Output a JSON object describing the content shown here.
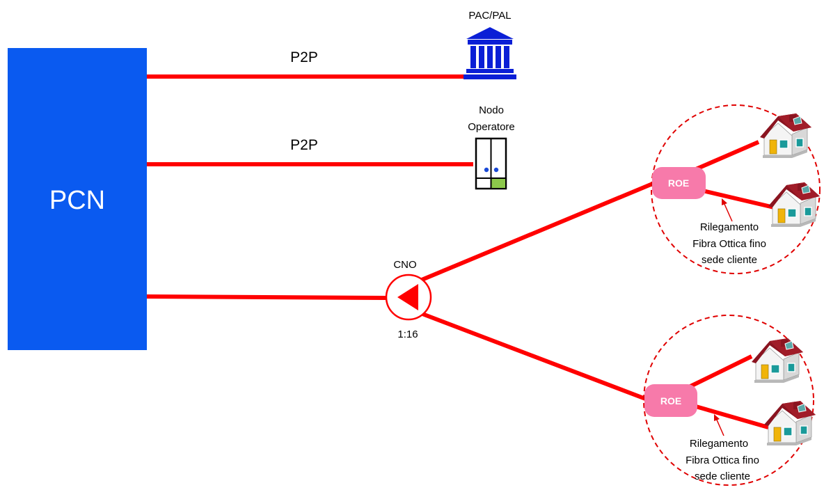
{
  "pcn_label": "PCN",
  "links": {
    "p2p_1": "P2P",
    "p2p_2": "P2P"
  },
  "pac_pal": "PAC/PAL",
  "nodo_operatore": [
    "Nodo",
    "Operatore"
  ],
  "cno": {
    "label": "CNO",
    "ratio": "1:16"
  },
  "clusters": [
    {
      "roe": "ROE",
      "note": [
        "Rilegamento",
        "Fibra Ottica fino",
        "sede cliente"
      ]
    },
    {
      "roe": "ROE",
      "note": [
        "Rilegamento",
        "Fibra Ottica fino",
        "sede cliente"
      ]
    }
  ],
  "colors": {
    "pcn": "#0a5af0",
    "fiber": "#ff0000",
    "roe": "#f77aaa",
    "building": "#0a1fd6",
    "roof": "#8a1420",
    "wall": "#f4f4f4",
    "door": "#f0b40a",
    "window": "#1a9a9a",
    "cabinet_green": "#8cc84b"
  },
  "icons": [
    "government-building-icon",
    "operator-cabinet-icon",
    "house-icon",
    "splitter-icon"
  ]
}
